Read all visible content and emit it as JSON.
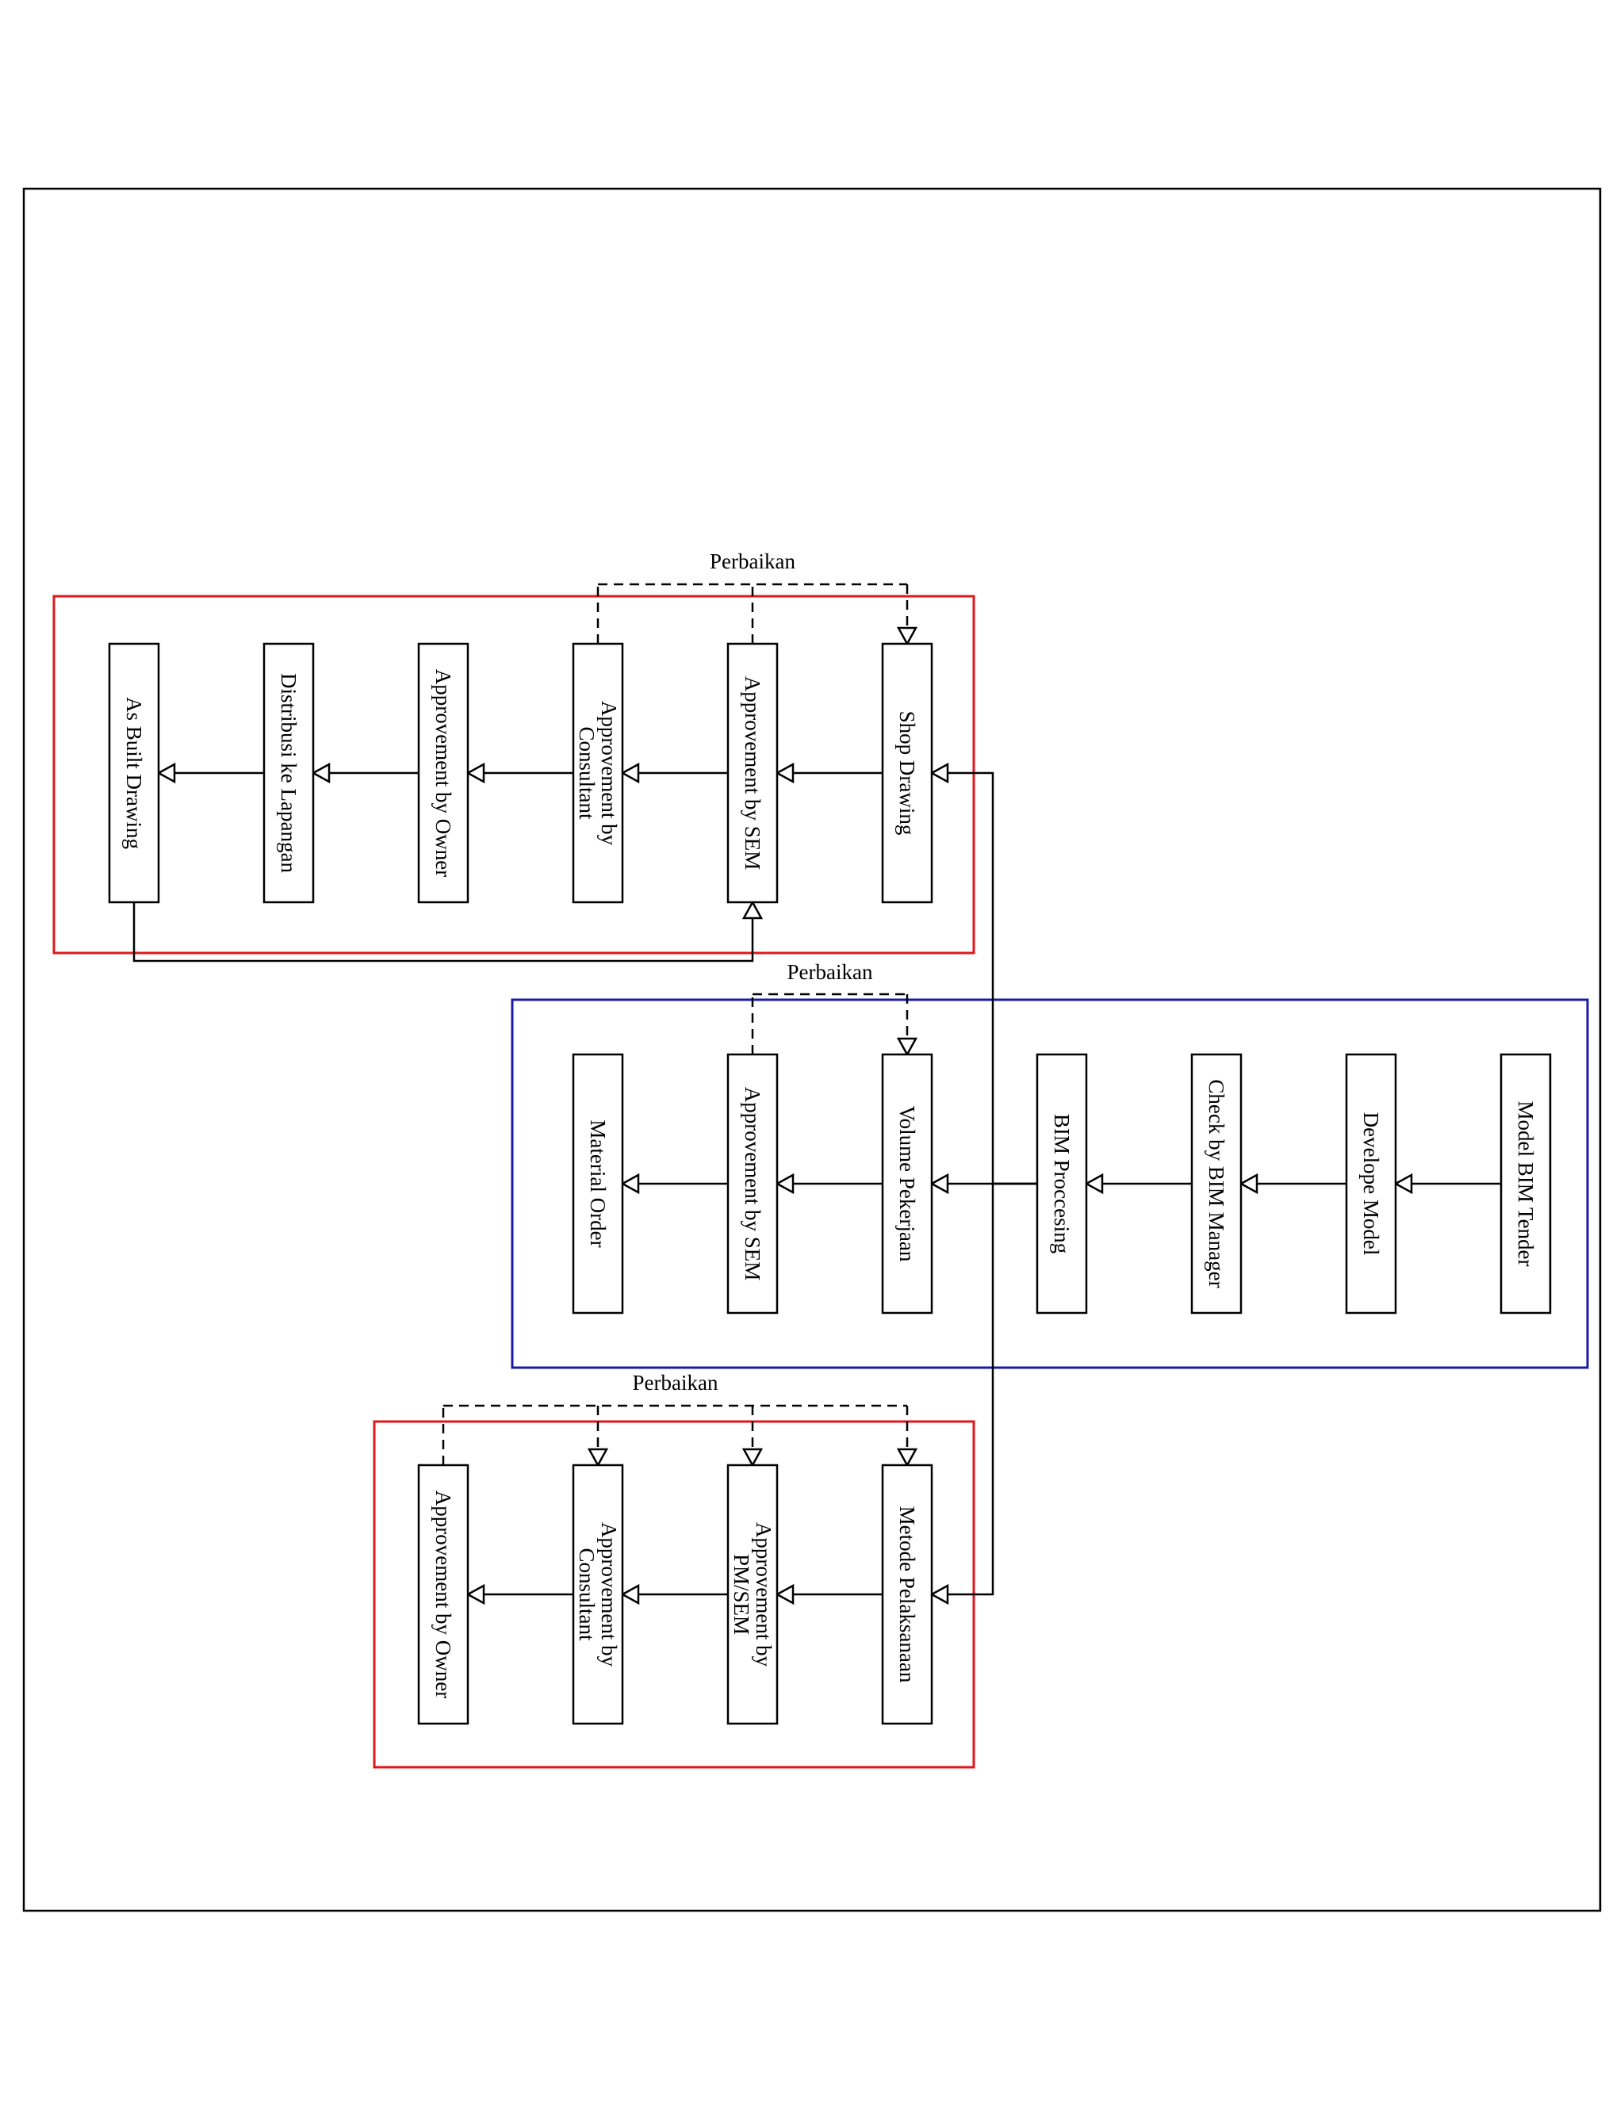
{
  "diagram": {
    "colors": {
      "group_red": "#e0161b",
      "group_blue": "#1a1aa8",
      "line": "#000000",
      "background": "#ffffff"
    },
    "groups": [
      {
        "id": "shop-drawing-group",
        "color": "group_red"
      },
      {
        "id": "bim-group",
        "color": "group_blue"
      },
      {
        "id": "metode-group",
        "color": "group_red"
      }
    ],
    "nodes": [
      {
        "id": "as-built-drawing",
        "lines": [
          "As Built Drawing"
        ]
      },
      {
        "id": "distribusi-ke-lapangan",
        "lines": [
          "Distribusi ke Lapangan"
        ]
      },
      {
        "id": "approvement-by-owner-1",
        "lines": [
          "Approvement by Owner"
        ]
      },
      {
        "id": "approvement-by-consultant-1",
        "lines": [
          "Approvement by",
          "Consultant"
        ]
      },
      {
        "id": "approvement-by-sem-1",
        "lines": [
          "Approvement by SEM"
        ]
      },
      {
        "id": "shop-drawing",
        "lines": [
          "Shop Drawing"
        ]
      },
      {
        "id": "material-order",
        "lines": [
          "Material Order"
        ]
      },
      {
        "id": "approvement-by-sem-2",
        "lines": [
          "Approvement by SEM"
        ]
      },
      {
        "id": "volume-pekerjaan",
        "lines": [
          "Volume Pekerjaan"
        ]
      },
      {
        "id": "bim-processing",
        "lines": [
          "BIM Proccesing"
        ]
      },
      {
        "id": "check-by-bim-manager",
        "lines": [
          "Check by BIM Manager"
        ]
      },
      {
        "id": "develope-model",
        "lines": [
          "Develope Model"
        ]
      },
      {
        "id": "model-bim-tender",
        "lines": [
          "Model BIM Tender"
        ]
      },
      {
        "id": "approvement-by-owner-2",
        "lines": [
          "Approvement by Owner"
        ]
      },
      {
        "id": "approvement-by-consultant-2",
        "lines": [
          "Approvement by",
          "Consultant"
        ]
      },
      {
        "id": "approvement-by-pm-sem",
        "lines": [
          "Approvement by",
          "PM/SEM"
        ]
      },
      {
        "id": "metode-pelaksanaan",
        "lines": [
          "Metode Pelaksanaan"
        ]
      }
    ],
    "edges": [
      {
        "from": "shop-drawing",
        "to": "approvement-by-sem-1"
      },
      {
        "from": "approvement-by-sem-1",
        "to": "approvement-by-consultant-1"
      },
      {
        "from": "approvement-by-consultant-1",
        "to": "approvement-by-owner-1"
      },
      {
        "from": "approvement-by-owner-1",
        "to": "distribusi-ke-lapangan"
      },
      {
        "from": "distribusi-ke-lapangan",
        "to": "as-built-drawing"
      },
      {
        "from": "as-built-drawing",
        "to": "approvement-by-sem-1"
      },
      {
        "from": "model-bim-tender",
        "to": "develope-model"
      },
      {
        "from": "develope-model",
        "to": "check-by-bim-manager"
      },
      {
        "from": "check-by-bim-manager",
        "to": "bim-processing"
      },
      {
        "from": "bim-processing",
        "to": "volume-pekerjaan"
      },
      {
        "from": "volume-pekerjaan",
        "to": "approvement-by-sem-2"
      },
      {
        "from": "approvement-by-sem-2",
        "to": "material-order"
      },
      {
        "from": "bim-processing",
        "to": "shop-drawing"
      },
      {
        "from": "bim-processing",
        "to": "metode-pelaksanaan"
      },
      {
        "from": "metode-pelaksanaan",
        "to": "approvement-by-pm-sem"
      },
      {
        "from": "approvement-by-pm-sem",
        "to": "approvement-by-consultant-2"
      },
      {
        "from": "approvement-by-consultant-2",
        "to": "approvement-by-owner-2"
      }
    ],
    "feedback_loops": [
      {
        "label": "Perbaikan",
        "from": [
          "approvement-by-consultant-1",
          "approvement-by-sem-1"
        ],
        "to": "shop-drawing"
      },
      {
        "label": "Perbaikan",
        "from": [
          "approvement-by-sem-2"
        ],
        "to": "volume-pekerjaan"
      },
      {
        "label": "Perbaikan",
        "from": [
          "approvement-by-owner-2"
        ],
        "to": "approvement-by-consultant-2"
      }
    ]
  }
}
